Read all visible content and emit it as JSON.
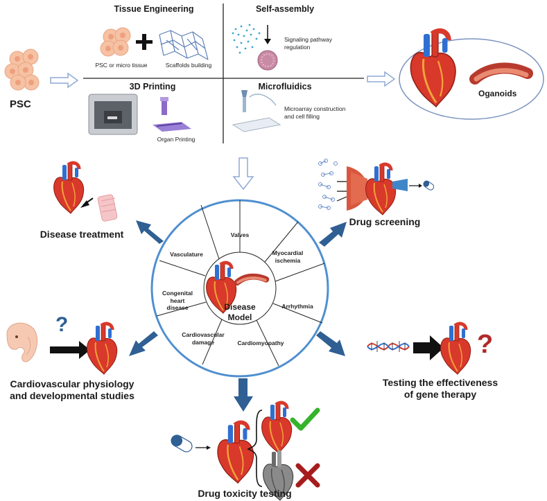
{
  "top": {
    "psc_label": "PSC",
    "tissue_engineering": {
      "title": "Tissue Engineering",
      "psc_or_micro_tissue": "PSC or micro tissue",
      "scaffolds_building": "Scaffolds building"
    },
    "self_assembly": {
      "title": "Self-assembly",
      "caption_line1": "Signaling pathway",
      "caption_line2": "regulation"
    },
    "printing_3d": {
      "title": "3D Printing",
      "organ_printing": "Organ Printing"
    },
    "microfluidics": {
      "title": "Microfluidics",
      "caption_line1": "Microarray construction",
      "caption_line2": "and cell filling"
    },
    "oganoids_label": "Oganoids"
  },
  "wheel": {
    "center_line1": "Disease",
    "center_line2": "Model",
    "segments": {
      "valves": "Valves",
      "myocardial_1": "Myocardial",
      "myocardial_2": "ischemia",
      "arrhythmia": "Arrhythmia",
      "cardiomyopathy": "Cardiomyopathy",
      "cardiovascular_1": "Cardiovascular",
      "cardiovascular_2": "damage",
      "congenital_1": "Congenital",
      "congenital_2": "heart",
      "congenital_3": "disease",
      "vasculature": "Vasculature"
    }
  },
  "applications": {
    "disease_treatment": "Disease treatment",
    "drug_screening": "Drug screening",
    "physiology_line1": "Cardiovascular physiology",
    "physiology_line2": "and developmental studies",
    "gene_line1": "Testing the effectiveness",
    "gene_line2": "of gene therapy",
    "drug_toxicity": "Drug toxicity testing",
    "question_mark": "?"
  },
  "colors": {
    "arrow_blue": "#2f5f93",
    "outline_arrow": "#8fa9d6",
    "wheel_border": "#4f8fd0",
    "heart_red": "#d8392b",
    "vessel_blue": "#2f6fd1",
    "check_green": "#35b32a",
    "cross_red": "#a61d1d",
    "question_red": "#b12a2a"
  }
}
